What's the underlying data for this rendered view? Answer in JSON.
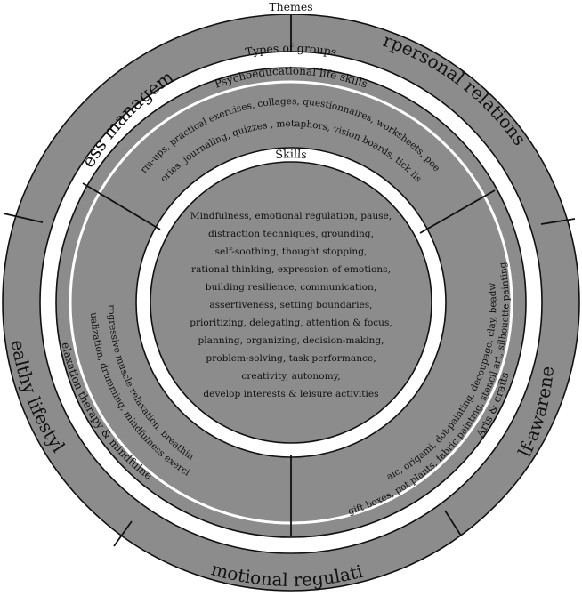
{
  "titles": {
    "themes": "Themes",
    "types_of_groups": "Types of groups",
    "skills": "Skills"
  },
  "themes": [
    "Stress management",
    "Interpersonal relationships",
    "Self-awareness",
    "Emotional regulation",
    "Healthy lifestyle"
  ],
  "groups": {
    "psychoeducational": {
      "title": "Psychoeducational life skills",
      "lines": [
        "Warm-ups, practical exercises, collages, questionnaires, worksheets, poems,",
        "stories, journaling, quizzes , metaphors, vision boards, tick lists"
      ]
    },
    "relaxation": {
      "title": "Relaxation therapy & mindfulness",
      "lines": [
        "Progressive muscle relaxation, breathing,",
        "visualization, drumming, mindfulness exercises"
      ]
    },
    "arts": {
      "title": "Arts & crafts",
      "lines": [
        "Mosaic, origami, dot-painting, decoupage, clay, beadwork,",
        "gift boxes, pot plants, fabric painting, stencil art, silhouette painting"
      ]
    }
  },
  "skills_lines": [
    "Mindfulness, emotional regulation, pause,",
    "distraction techniques, grounding,",
    "self-soothing, thought stopping,",
    "rational thinking, expression of emotions,",
    "building resilience, communication,",
    "assertiveness, setting boundaries,",
    "prioritizing, delegating, attention & focus,",
    "planning, organizing, decision-making,",
    "problem-solving, task performance,",
    "creativity, autonomy,",
    "develop interests & leisure activities"
  ],
  "colors": {
    "ring_fill": "#8c8c8c",
    "line": "#111111",
    "background": "#ffffff"
  }
}
